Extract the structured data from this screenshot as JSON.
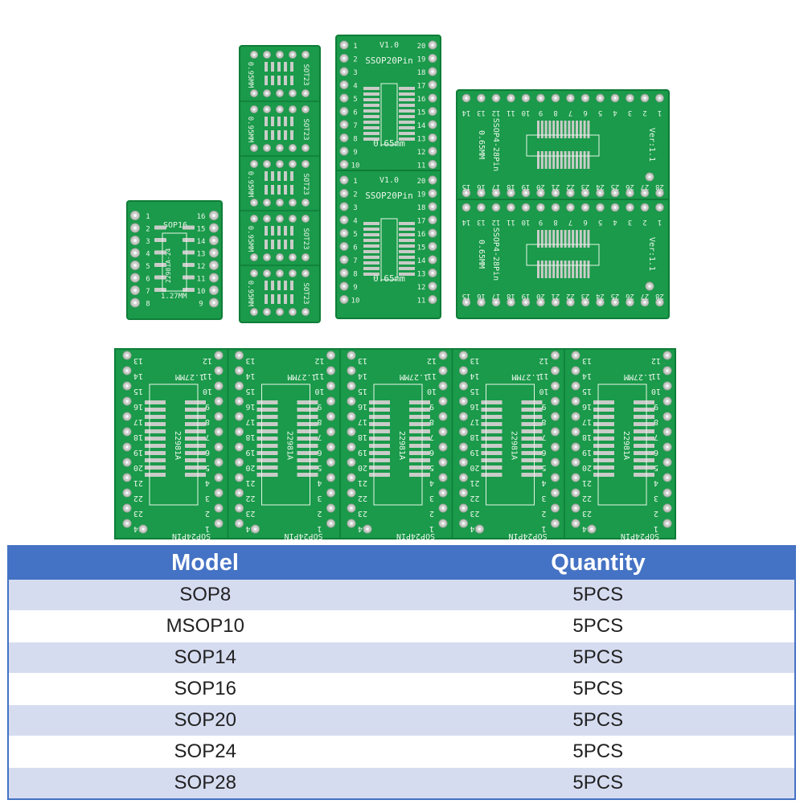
{
  "boards": {
    "sop16": {
      "title": "SOP16",
      "code": "22981A-24",
      "pitch": "1.27MM",
      "pins_left": [
        "1",
        "2",
        "3",
        "4",
        "5",
        "6",
        "7",
        "8"
      ],
      "pins_right": [
        "16",
        "15",
        "14",
        "13",
        "12",
        "11",
        "10",
        "9"
      ]
    },
    "sot23": {
      "label": "SOT23",
      "pitch": "0.95MM"
    },
    "ssop20": {
      "version": "V1.0",
      "title": "SSOP20Pin",
      "pitch": "0.65mm",
      "pins_left": [
        "1",
        "2",
        "3",
        "4",
        "5",
        "6",
        "7",
        "8",
        "9",
        "10"
      ],
      "pins_right": [
        "20",
        "19",
        "18",
        "17",
        "16",
        "15",
        "14",
        "13",
        "12",
        "11"
      ]
    },
    "ssop28": {
      "title": "SSOP4-28Pin",
      "pitch": "0.65MM",
      "version": "Ver:1.1",
      "pins_top": [
        "14",
        "13",
        "12",
        "11",
        "10",
        "9",
        "8",
        "7",
        "6",
        "5",
        "4",
        "3",
        "2",
        "1"
      ],
      "pins_bottom": [
        "15",
        "16",
        "17",
        "18",
        "19",
        "20",
        "21",
        "22",
        "23",
        "24",
        "25",
        "26",
        "27",
        "28"
      ]
    },
    "sop24": {
      "title": "SOP24PIN",
      "code": "22981A",
      "pitch": "1.27MM",
      "pins_left": [
        "13",
        "14",
        "15",
        "16",
        "17",
        "18",
        "19",
        "20",
        "21",
        "22",
        "23",
        "24"
      ],
      "pins_right": [
        "12",
        "11",
        "10",
        "9",
        "8",
        "7",
        "6",
        "5",
        "4",
        "3",
        "2",
        "1"
      ]
    }
  },
  "colors": {
    "pcb": "#1a9a4a",
    "pcb_dark": "#0f7d38",
    "pad": "#c9ccc8",
    "header": "#4472c4",
    "stripe": "#d6dcf0"
  },
  "table": {
    "headers": [
      "Model",
      "Quantity"
    ],
    "rows": [
      {
        "model": "SOP8",
        "quantity": "5PCS"
      },
      {
        "model": "MSOP10",
        "quantity": "5PCS"
      },
      {
        "model": "SOP14",
        "quantity": "5PCS"
      },
      {
        "model": "SOP16",
        "quantity": "5PCS"
      },
      {
        "model": "SOP20",
        "quantity": "5PCS"
      },
      {
        "model": "SOP24",
        "quantity": "5PCS"
      },
      {
        "model": "SOP28",
        "quantity": "5PCS"
      }
    ]
  }
}
